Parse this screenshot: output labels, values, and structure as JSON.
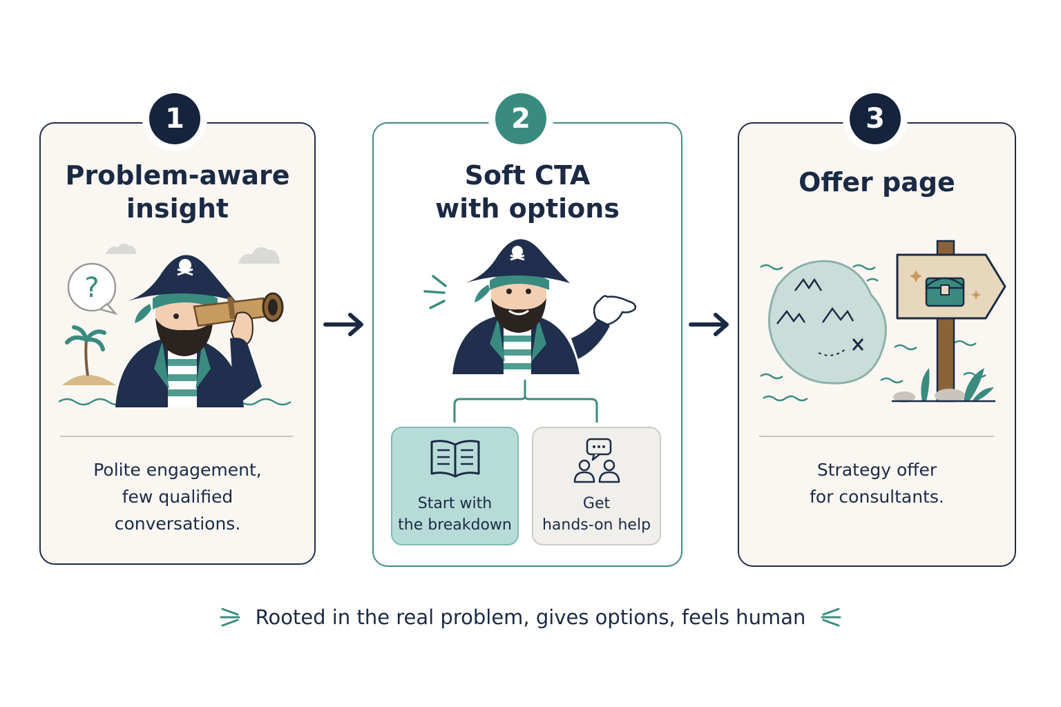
{
  "steps": [
    {
      "number": "1",
      "title": "Problem-aware\ninsight",
      "description": "Polite engagement,\nfew qualified\nconversations."
    },
    {
      "number": "2",
      "title": "Soft CTA\nwith options",
      "options": [
        {
          "label": "Start with\nthe breakdown",
          "icon": "open-book-icon"
        },
        {
          "label": "Get\nhands-on help",
          "icon": "people-chat-icon"
        }
      ]
    },
    {
      "number": "3",
      "title": "Offer page",
      "description": "Strategy offer\nfor consultants."
    }
  ],
  "illustrations": {
    "step1": "pirate-with-spyglass",
    "step2": "pirate-gesturing",
    "step3": "treasure-map-signpost"
  },
  "footer": {
    "text": "Rooted in the real problem, gives options, feels human"
  },
  "colors": {
    "navy": "#15233d",
    "teal": "#3a8b7f",
    "teal_light": "#b7dcd8",
    "card_bg": "#faf7f3",
    "sand": "#e7d7bc"
  }
}
